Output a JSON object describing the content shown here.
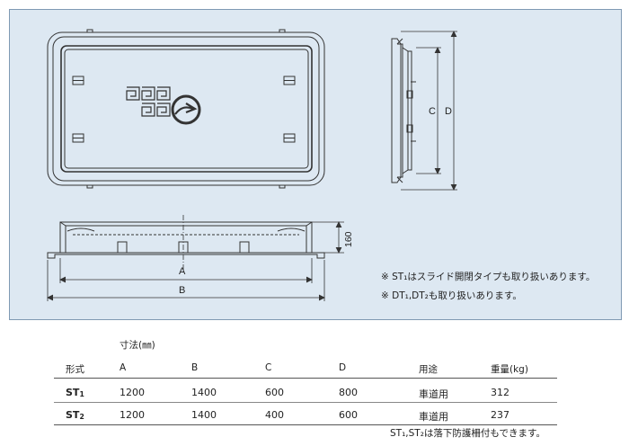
{
  "drawing": {
    "dim_a": "A",
    "dim_b": "B",
    "dim_c": "C",
    "dim_d": "D",
    "dim_160": "160",
    "note1": "※ ST₁はスライド開閉タイプも取り扱いあります。",
    "note2": "※ DT₁,DT₂も取り扱いあります。"
  },
  "table": {
    "unit_label": "寸法(㎜)",
    "headers": {
      "model": "形式",
      "a": "A",
      "b": "B",
      "c": "C",
      "d": "D",
      "use": "用途",
      "weight": "重量(kg)"
    },
    "rows": [
      {
        "model": "ST",
        "sub": "1",
        "a": "1200",
        "b": "1400",
        "c": "600",
        "d": "800",
        "use": "車道用",
        "weight": "312"
      },
      {
        "model": "ST",
        "sub": "2",
        "a": "1200",
        "b": "1400",
        "c": "400",
        "d": "600",
        "use": "車道用",
        "weight": "237"
      }
    ],
    "footnote": "ST₁,ST₂は落下防護柵付もできます。"
  },
  "colors": {
    "panel_bg": "#dde8f2",
    "line": "#333333"
  }
}
